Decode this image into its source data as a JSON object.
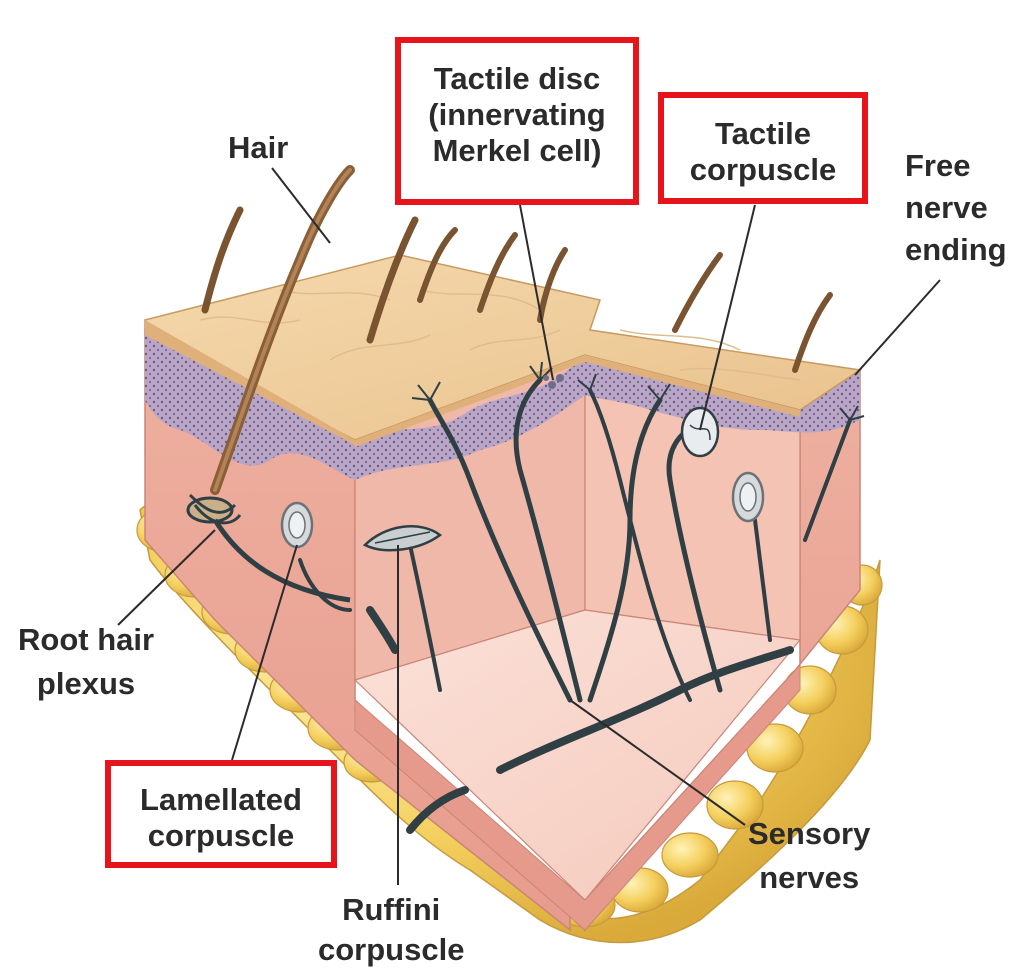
{
  "labels": {
    "hair": "Hair",
    "tactile_disc": [
      "Tactile disc",
      "(innervating",
      "Merkel cell)"
    ],
    "tactile_corpuscle": [
      "Tactile",
      "corpuscle"
    ],
    "free_nerve": [
      "Free",
      "nerve",
      "ending"
    ],
    "root_hair": [
      "Root hair",
      "plexus"
    ],
    "lamellated": [
      "Lamellated",
      "corpuscle"
    ],
    "ruffini": [
      "Ruffini",
      "corpuscle"
    ],
    "sensory": [
      "Sensory",
      "nerves"
    ]
  },
  "highlighted": [
    "tactile_disc",
    "tactile_corpuscle",
    "lamellated"
  ],
  "colors": {
    "highlight_box": "#e8141b",
    "label_text": "#2b2b2b",
    "epidermis": "#f1cfa0",
    "dermis": "#f2b7a6",
    "fat": "#f6d46a",
    "nerve": "#2f3f44",
    "hair": "#7a5330"
  }
}
